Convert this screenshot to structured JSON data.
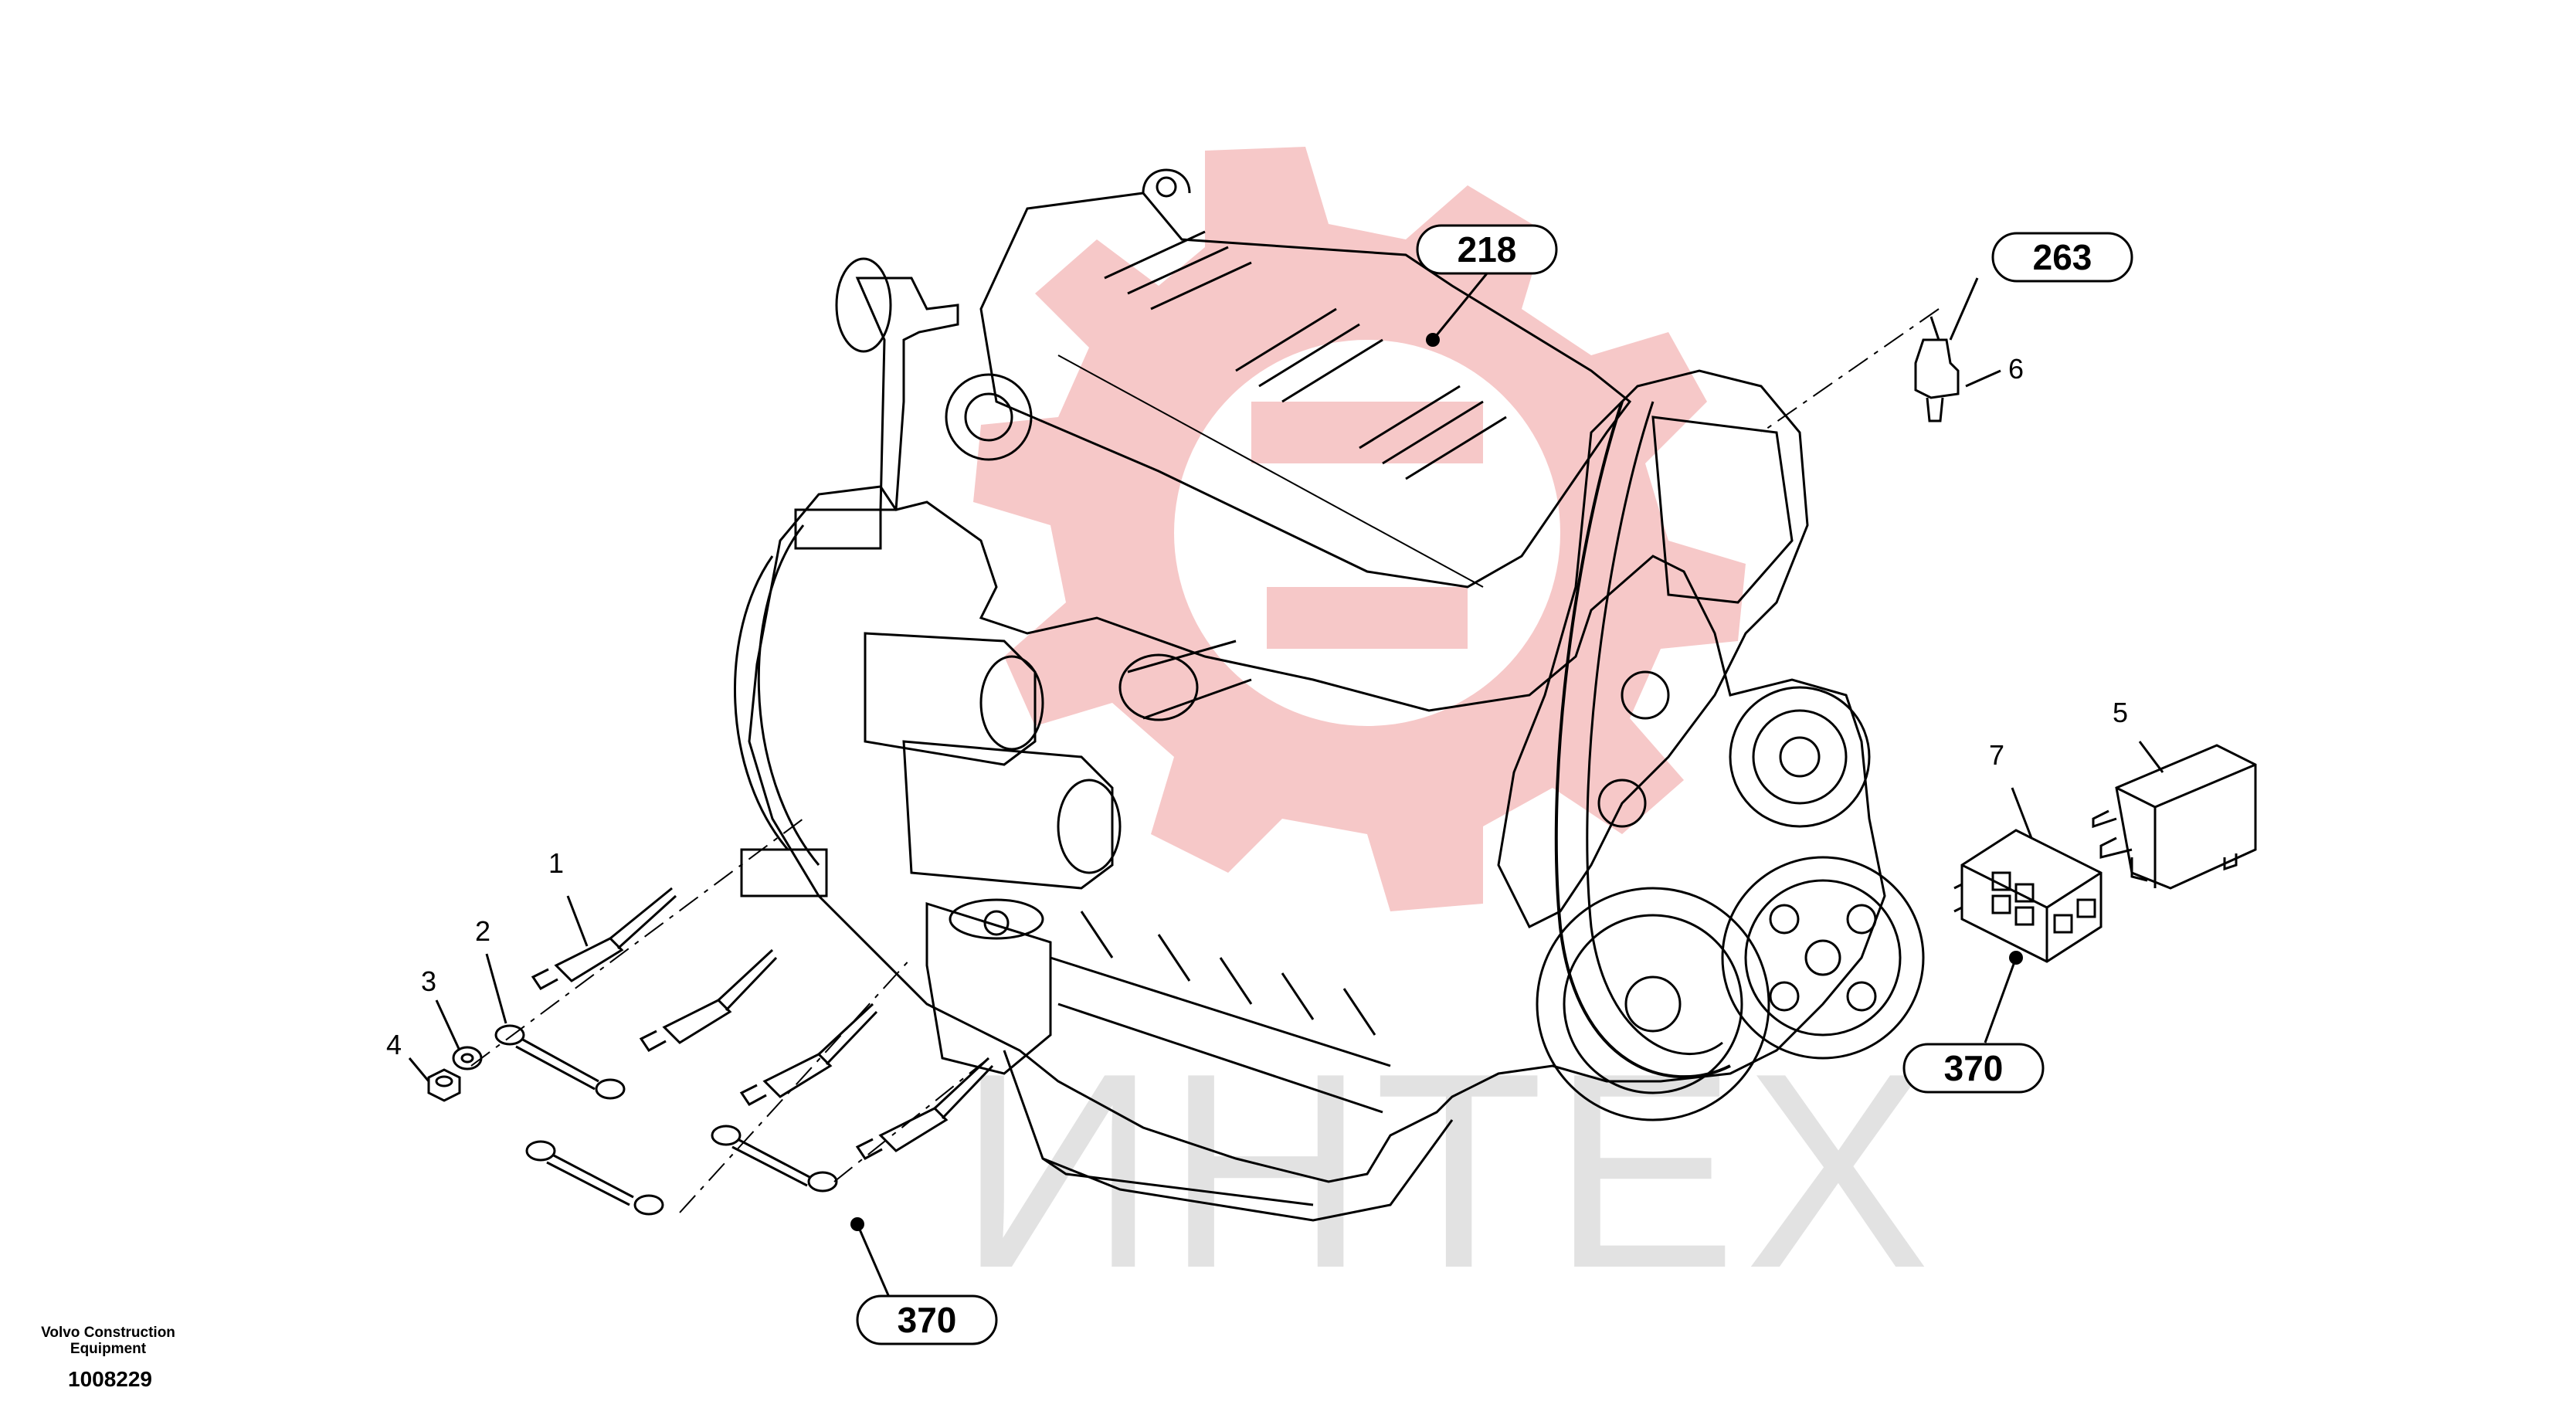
{
  "watermark": {
    "text": "ИНТЕХ",
    "gear_color": "#f4c4c4",
    "text_color": "#e2e2e2"
  },
  "callouts": [
    {
      "id": "c218",
      "label": "218"
    },
    {
      "id": "c263",
      "label": "263"
    },
    {
      "id": "c370-right",
      "label": "370"
    },
    {
      "id": "c370-bottom",
      "label": "370"
    }
  ],
  "part_numbers": {
    "p1": "1",
    "p2": "2",
    "p3": "3",
    "p4": "4",
    "p5": "5",
    "p6": "6",
    "p7": "7"
  },
  "footer": {
    "manufacturer": "Volvo Construction Equipment",
    "document_number": "1008229"
  },
  "colors": {
    "line": "#000000",
    "watermark_gear": "#f4c4c4"
  }
}
